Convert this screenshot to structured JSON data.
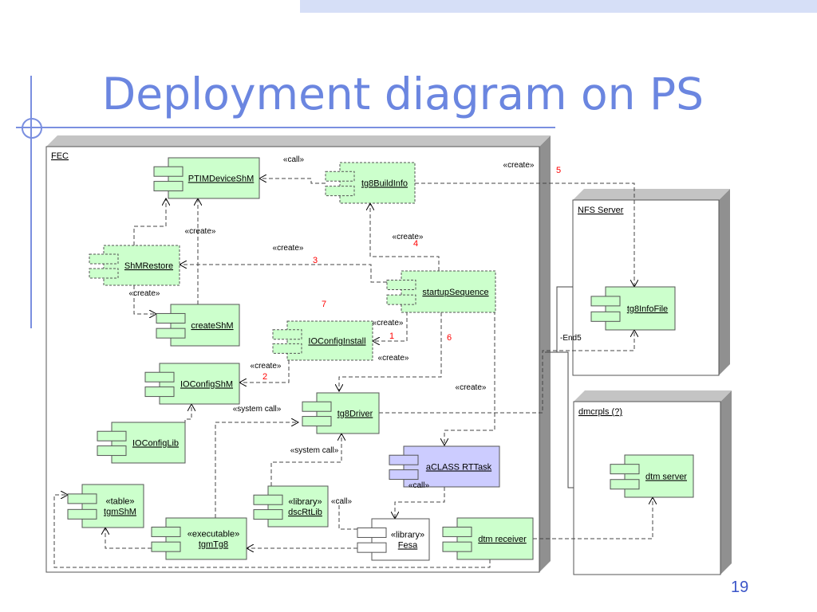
{
  "slide": {
    "title": "Deployment diagram on PS",
    "page_number": "19"
  },
  "nodes": {
    "fec": "FEC",
    "nfs": "NFS Server",
    "dmcrpls": "dmcrpls (?)"
  },
  "components": {
    "ptimdeviceshm": [
      "PTIMDeviceShM"
    ],
    "tg8buildinfo": [
      "tg8BuildInfo"
    ],
    "shmrestore": [
      "ShMRestore"
    ],
    "startupsequence": [
      "startupSequence"
    ],
    "createshm": [
      "createShM"
    ],
    "ioconfiginstall": [
      "IOConfigInstall"
    ],
    "ioconfigshm": [
      "IOConfigShM"
    ],
    "tg8driver": [
      "tg8Driver"
    ],
    "ioconfiglib": [
      "IOConfigLib"
    ],
    "aclass": [
      "aCLASS RTTask"
    ],
    "tgmshm": [
      "«table»",
      "tgmShM"
    ],
    "dscrtlib": [
      "«library»",
      "dscRtLib"
    ],
    "tgmtg8": [
      "«executable»",
      "tgmTg8"
    ],
    "fesa": [
      "«library»",
      "Fesa"
    ],
    "dtmreceiver": [
      "dtm receiver"
    ],
    "tg8infofile": [
      "tg8InfoFile"
    ],
    "dtmserver": [
      "dtm server"
    ]
  },
  "labels": {
    "call_top": "«call»",
    "create_5": "«create»",
    "create_ptim": "«create»",
    "create_4": "«create»",
    "create_3": "«create»",
    "create_shm": "«create»",
    "create_1": "«create»",
    "create_6": "«create»",
    "create_2": "«create»",
    "create_driver": "«create»",
    "system_call_1": "«system call»",
    "system_call_2": "«system call»",
    "call_dsc": "«call»",
    "call_aclass": "«call»",
    "end5": "-End5"
  },
  "numbers": {
    "n5": "5",
    "n4": "4",
    "n3": "3",
    "n7": "7",
    "n1": "1",
    "n6": "6",
    "n2": "2"
  },
  "colors": {
    "title": "#6b86e0",
    "component_fill": "#ccffcc",
    "aclass_fill": "#ccccff",
    "number_red": "#ff0000",
    "page_number": "#3b55c8"
  }
}
